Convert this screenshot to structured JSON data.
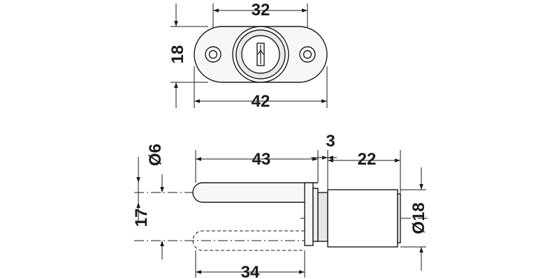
{
  "drawing": {
    "dimensions": {
      "top_hole_spacing": "32",
      "top_height": "18",
      "top_width": "42",
      "side_pin_diameter": "Ø6",
      "side_body_length": "43",
      "side_gap": "3",
      "side_cylinder_length": "22",
      "side_offset": "17",
      "side_cylinder_diameter": "Ø18",
      "side_lower_length": "34"
    }
  }
}
